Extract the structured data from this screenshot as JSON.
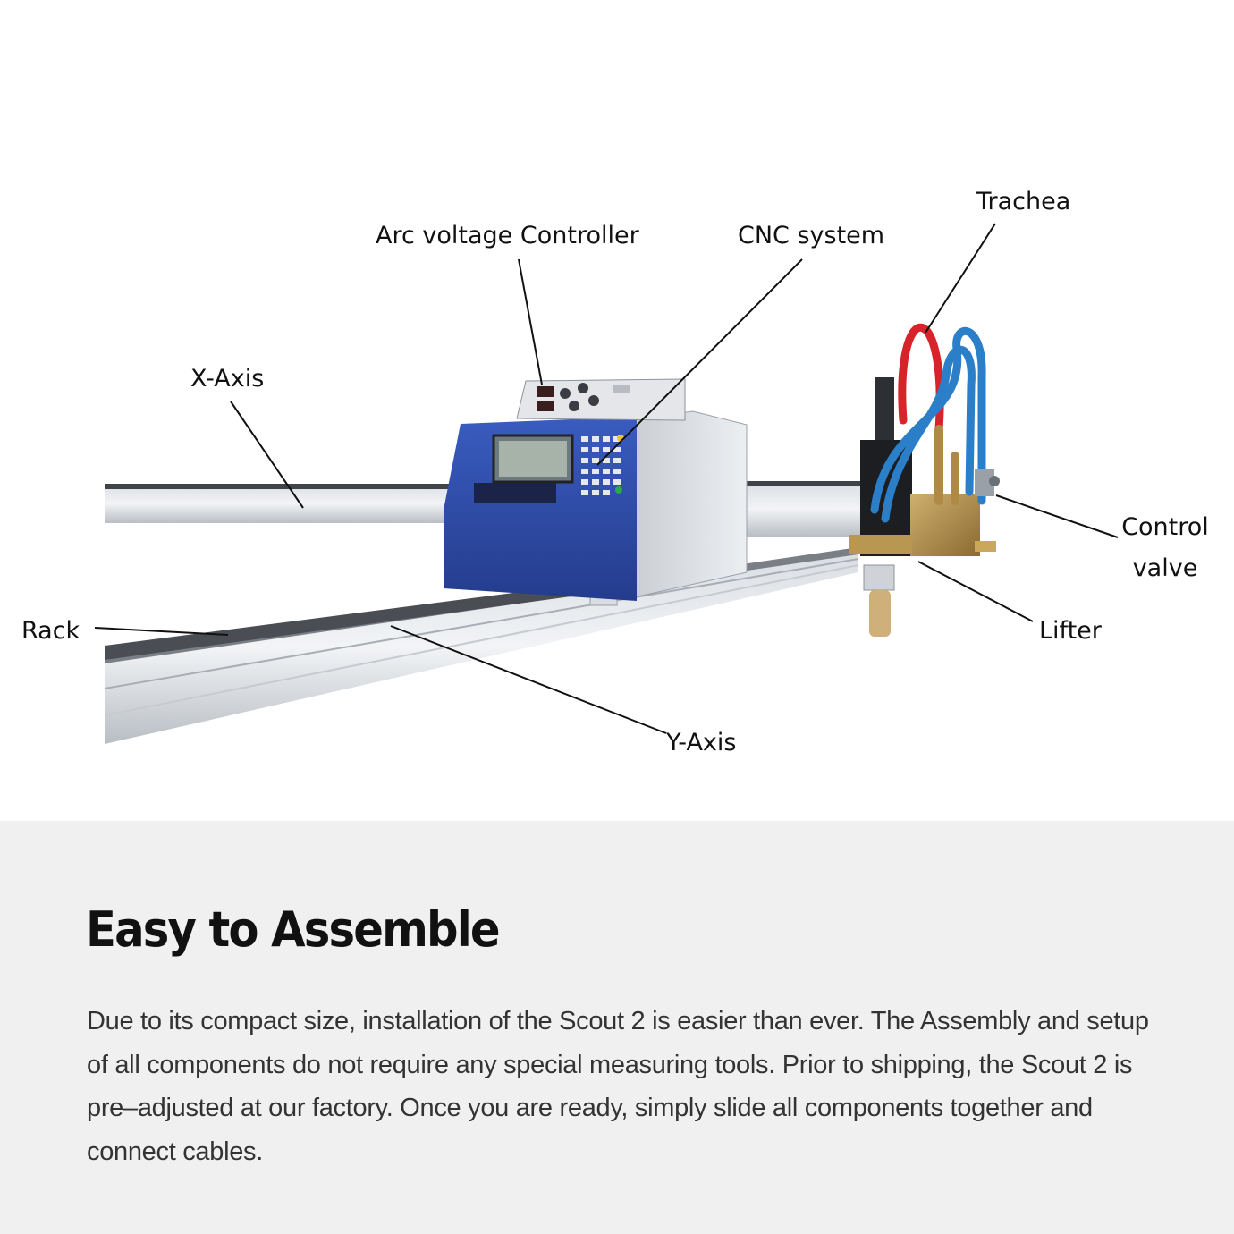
{
  "labels": {
    "arc_voltage_controller": "Arc voltage Controller",
    "cnc_system": "CNC system",
    "trachea": "Trachea",
    "x_axis": "X-Axis",
    "control_valve_line1": "Control",
    "control_valve_line2": "valve",
    "rack": "Rack",
    "lifter": "Lifter",
    "y_axis": "Y-Axis"
  },
  "section": {
    "title": "Easy to Assemble",
    "body": "Due to its compact size, installation of the Scout 2 is easier than ever. The Assembly and setup of all components do not require any special measuring tools. Prior to shipping, the Scout 2 is pre–adjusted at our factory. Once you are ready, simply slide all components together and connect cables."
  },
  "colors": {
    "housing_blue": "#2b46a0",
    "hose_red": "#d8232a",
    "hose_blue": "#2a7fc8",
    "brass": "#b08a45",
    "panel_background": "#f0f0f0"
  }
}
